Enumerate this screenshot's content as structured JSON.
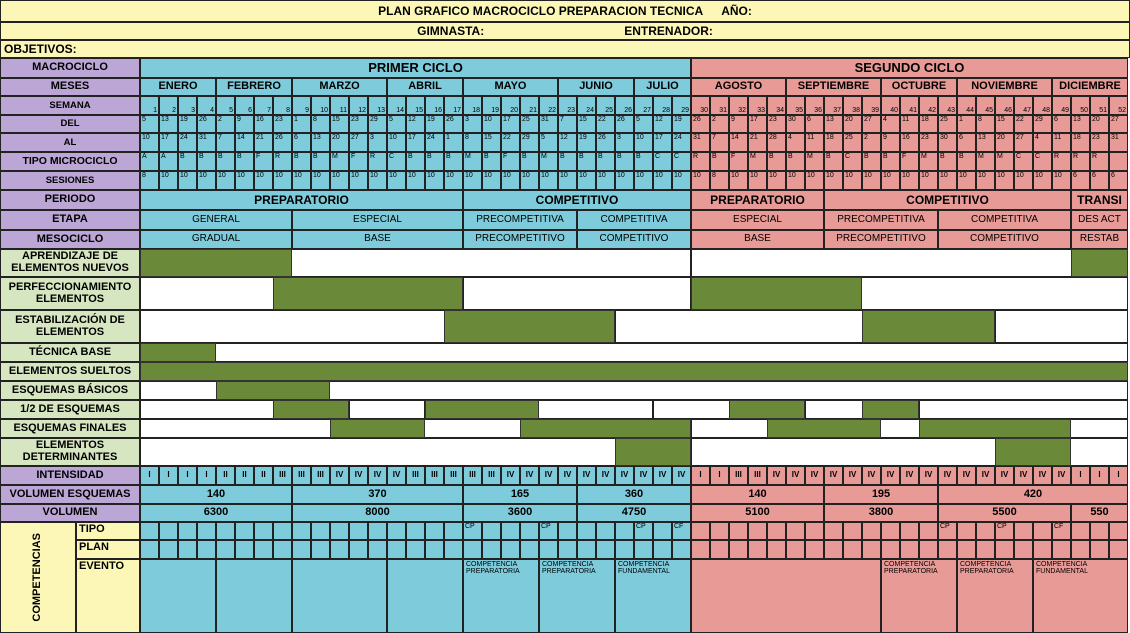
{
  "header": {
    "title": "PLAN GRAFICO MACROCICLO  PREPARACION TECNICA",
    "year_label": "AÑO:",
    "gymnast_label": "GIMNASTA:",
    "coach_label": "ENTRENADOR:",
    "objectives_label": "OBJETIVOS:"
  },
  "row_labels": {
    "macrociclo": "MACROCICLO",
    "meses": "MESES",
    "semana": "SEMANA",
    "del": "DEL",
    "al": "AL",
    "tipo_micro": "TIPO MICROCICLO",
    "sesiones": "SESIONES",
    "periodo": "PERIODO",
    "etapa": "ETAPA",
    "mesociclo": "MESOCICLO",
    "intensidad": "INTENSIDAD",
    "volumen_esquemas": "VOLUMEN ESQUEMAS",
    "volumen": "VOLUMEN",
    "competencias": "COMPETENCIAS",
    "tipo": "TIPO",
    "plan": "PLAN",
    "evento": "EVENTO"
  },
  "cycles": [
    {
      "name": "PRIMER CICLO",
      "color": "#7ecbdc"
    },
    {
      "name": "SEGUNDO CICLO",
      "color": "#e89a96"
    }
  ],
  "months": [
    "ENERO",
    "FEBRERO",
    "MARZO",
    "ABRIL",
    "MAYO",
    "JUNIO",
    "JULIO",
    "AGOSTO",
    "SEPTIEMBRE",
    "OCTUBRE",
    "NOVIEMBRE",
    "DICIEMBRE"
  ],
  "weeks": [
    "1",
    "2",
    "3",
    "4",
    "5",
    "6",
    "7",
    "8",
    "9",
    "10",
    "11",
    "12",
    "13",
    "14",
    "15",
    "16",
    "17",
    "18",
    "19",
    "20",
    "21",
    "22",
    "23",
    "24",
    "25",
    "26",
    "27",
    "28",
    "29",
    "30",
    "31",
    "32",
    "33",
    "34",
    "35",
    "36",
    "37",
    "38",
    "39",
    "40",
    "41",
    "42",
    "43",
    "44",
    "45",
    "46",
    "47",
    "48",
    "49",
    "50",
    "51",
    "52"
  ],
  "del": [
    "5",
    "13",
    "19",
    "26",
    "2",
    "9",
    "16",
    "23",
    "1",
    "8",
    "15",
    "23",
    "29",
    "5",
    "12",
    "19",
    "26",
    "3",
    "10",
    "17",
    "25",
    "31",
    "7",
    "15",
    "22",
    "26",
    "5",
    "12",
    "19",
    "26",
    "2",
    "9",
    "17",
    "23",
    "30",
    "6",
    "13",
    "20",
    "27",
    "4",
    "11",
    "18",
    "25",
    "1",
    "8",
    "15",
    "22",
    "29",
    "6",
    "13",
    "20",
    "27"
  ],
  "al": [
    "10",
    "17",
    "24",
    "31",
    "7",
    "14",
    "21",
    "26",
    "6",
    "13",
    "20",
    "27",
    "3",
    "10",
    "17",
    "24",
    "1",
    "8",
    "15",
    "22",
    "29",
    "5",
    "12",
    "19",
    "26",
    "3",
    "10",
    "17",
    "24",
    "31",
    "7",
    "14",
    "21",
    "28",
    "4",
    "11",
    "18",
    "25",
    "2",
    "9",
    "16",
    "23",
    "30",
    "6",
    "13",
    "20",
    "27",
    "4",
    "11",
    "18",
    "23",
    "31"
  ],
  "tipo_micro": [
    "A",
    "A",
    "B",
    "B",
    "B",
    "B",
    "F",
    "R",
    "B",
    "B",
    "M",
    "F",
    "R",
    "C",
    "B",
    "B",
    "B",
    "M",
    "B",
    "F",
    "B",
    "M",
    "B",
    "B",
    "B",
    "B",
    "B",
    "C",
    "C",
    "R",
    "B",
    "F",
    "M",
    "B",
    "B",
    "M",
    "B",
    "C",
    "B",
    "B",
    "F",
    "M",
    "B",
    "B",
    "M",
    "M",
    "C",
    "C",
    "R",
    "R",
    "R",
    ""
  ],
  "sesiones": [
    "8",
    "10",
    "10",
    "10",
    "10",
    "10",
    "10",
    "10",
    "10",
    "10",
    "10",
    "10",
    "10",
    "10",
    "10",
    "10",
    "10",
    "10",
    "10",
    "10",
    "10",
    "10",
    "10",
    "10",
    "10",
    "10",
    "10",
    "10",
    "10",
    "10",
    "8",
    "10",
    "10",
    "10",
    "10",
    "10",
    "10",
    "10",
    "10",
    "10",
    "10",
    "10",
    "10",
    "10",
    "10",
    "10",
    "10",
    "10",
    "10",
    "6",
    "6",
    "6"
  ],
  "periodo": [
    "PREPARATORIO",
    "COMPETITIVO",
    "PREPARATORIO",
    "COMPETITIVO",
    "TRANSI"
  ],
  "etapa": [
    "GENERAL",
    "ESPECIAL",
    "PRECOMPETITIVA",
    "COMPETITIVA",
    "ESPECIAL",
    "PRECOMPETITIVA",
    "COMPETITIVA",
    "DES ACT"
  ],
  "mesociclo": [
    "GRADUAL",
    "BASE",
    "PRECOMPETITIVO",
    "COMPETITIVO",
    "BASE",
    "PRECOMPETITIVO",
    "COMPETITIVO",
    "RESTAB"
  ],
  "elements": [
    {
      "label": "APRENDIZAJE DE ELEMENTOS NUEVOS"
    },
    {
      "label": "PERFECCIONAMIENTO ELEMENTOS"
    },
    {
      "label": "ESTABILIZACIÓN DE ELEMENTOS"
    },
    {
      "label": "TÉCNICA BASE"
    },
    {
      "label": "ELEMENTOS SUELTOS"
    },
    {
      "label": "ESQUEMAS BÁSICOS"
    },
    {
      "label": "1/2 DE ESQUEMAS"
    },
    {
      "label": "ESQUEMAS FINALES"
    },
    {
      "label": "ELEMENTOS DETERMINANTES"
    }
  ],
  "intensidad": [
    "I",
    "I",
    "I",
    "I",
    "II",
    "II",
    "II",
    "III",
    "III",
    "III",
    "IV",
    "IV",
    "IV",
    "IV",
    "III",
    "III",
    "III",
    "III",
    "III",
    "IV",
    "IV",
    "IV",
    "IV",
    "IV",
    "IV",
    "IV",
    "IV",
    "IV",
    "IV",
    "I",
    "I",
    "III",
    "III",
    "IV",
    "IV",
    "IV",
    "IV",
    "IV",
    "IV",
    "IV",
    "IV",
    "IV",
    "IV",
    "IV",
    "IV",
    "IV",
    "IV",
    "IV",
    "IV",
    "I",
    "I",
    "I"
  ],
  "volumen_esquemas": [
    "140",
    "370",
    "165",
    "360",
    "140",
    "195",
    "420"
  ],
  "volumen": [
    "6300",
    "8000",
    "3600",
    "4750",
    "5100",
    "3800",
    "5500",
    "550"
  ],
  "competencias": {
    "tipo_marks": [
      "CP",
      "CP",
      "CP",
      "CF",
      "CP",
      "CP",
      "CF"
    ],
    "eventos": [
      "COMPETENCIA PREPARATORIA",
      "COMPETENCIA PREPARATORIA",
      "COMPETENCIA FUNDAMENTAL",
      "COMPETENCIA PREPARATORIA",
      "COMPETENCIA PREPARATORIA",
      "COMPETENCIA FUNDAMENTAL"
    ]
  },
  "colors": {
    "header_yellow": "#fdf7b7",
    "label_purple": "#bba6d6",
    "first_cycle": "#7ecbdc",
    "second_cycle": "#e89a96",
    "bar_green": "#6a8a3a",
    "element_label": "#d6e6c0"
  }
}
